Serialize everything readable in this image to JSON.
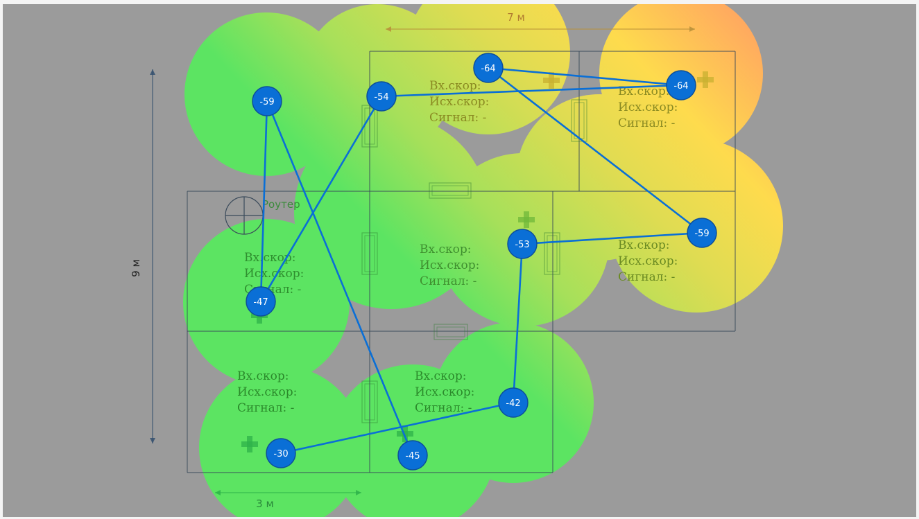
{
  "map": {
    "type": "wifi-heatmap",
    "colors": {
      "background": "#9b9b9b",
      "strong": "#5ce462",
      "medium": "#b6e05a",
      "weak": "#fedb4d",
      "very_weak": "#ffad5c",
      "point_fill": "#0a6fd6",
      "point_stroke": "#0d4f9a",
      "path_line": "#0a6fd6",
      "wall": "#3a4a5a"
    },
    "dimensions": {
      "width_label": "7 м",
      "height_label": "9 м",
      "small_label": "3 м"
    },
    "router": {
      "label": "Роутер"
    },
    "rooms": [
      {
        "id": "room-top-middle",
        "in_speed_label": "Вх.скор:",
        "out_speed_label": "Исх.скор:",
        "signal_label": "Сигнал: -"
      },
      {
        "id": "room-top-right",
        "in_speed_label": "Вх.скор:",
        "out_speed_label": "Исх.скор:",
        "signal_label": "Сигнал: -"
      },
      {
        "id": "room-mid-left",
        "in_speed_label": "Вх.скор:",
        "out_speed_label": "Исх.скор:",
        "signal_label": "Сигнал: -"
      },
      {
        "id": "room-mid-center",
        "in_speed_label": "Вх.скор:",
        "out_speed_label": "Исх.скор:",
        "signal_label": "Сигнал: -"
      },
      {
        "id": "room-mid-right",
        "in_speed_label": "Вх.скор:",
        "out_speed_label": "Исх.скор:",
        "signal_label": "Сигнал: -"
      },
      {
        "id": "room-bottom-left",
        "in_speed_label": "Вх.скор:",
        "out_speed_label": "Исх.скор:",
        "signal_label": "Сигнал: -"
      },
      {
        "id": "room-bottom-center",
        "in_speed_label": "Вх.скор:",
        "out_speed_label": "Исх.скор:",
        "signal_label": "Сигнал: -"
      }
    ],
    "measurement_points": [
      {
        "order": 1,
        "signal": -30,
        "label": "-30"
      },
      {
        "order": 2,
        "signal": -42,
        "label": "-42"
      },
      {
        "order": 3,
        "signal": -53,
        "label": "-53"
      },
      {
        "order": 4,
        "signal": -59,
        "label": "-59"
      },
      {
        "order": 5,
        "signal": -64,
        "label": "-64"
      },
      {
        "order": 6,
        "signal": -64,
        "label": "-64"
      },
      {
        "order": 7,
        "signal": -54,
        "label": "-54"
      },
      {
        "order": 8,
        "signal": -47,
        "label": "-47"
      },
      {
        "order": 9,
        "signal": -59,
        "label": "-59"
      },
      {
        "order": 10,
        "signal": -45,
        "label": "-45"
      }
    ]
  }
}
